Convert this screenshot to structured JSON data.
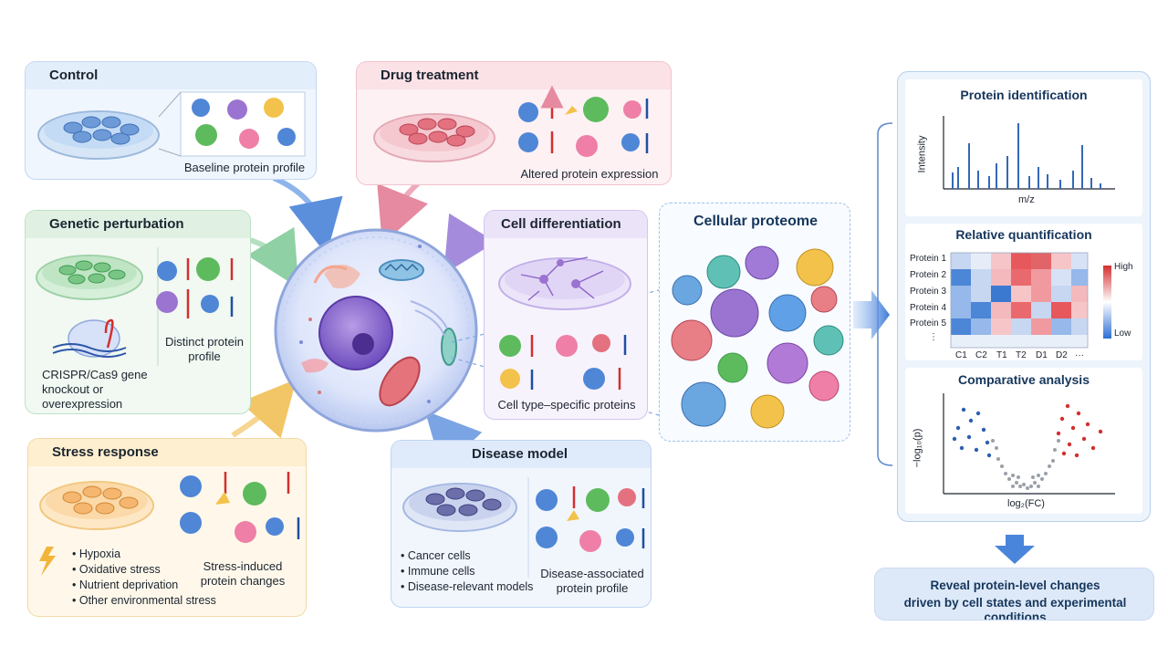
{
  "panels": {
    "control": {
      "title": "Control",
      "caption": "Baseline protein profile"
    },
    "drug": {
      "title": "Drug treatment",
      "caption": "Altered protein expression"
    },
    "genetic": {
      "title": "Genetic perturbation",
      "caption": "Distinct protein profile",
      "method": "CRISPR/Cas9 gene knockout or overexpression"
    },
    "differentiation": {
      "title": "Cell differentiation",
      "caption": "Cell type–specific proteins"
    },
    "stress": {
      "title": "Stress response",
      "caption": "Stress-induced protein changes",
      "bullets": [
        "Hypoxia",
        "Oxidative stress",
        "Nutrient deprivation",
        "Other environmental stress"
      ]
    },
    "disease": {
      "title": "Disease model",
      "caption": "Disease-associated protein profile",
      "bullets": [
        "Cancer cells",
        "Immune cells",
        "Disease-relevant models"
      ]
    }
  },
  "proteome": {
    "title": "Cellular proteome"
  },
  "identification": {
    "title": "Protein identification",
    "ylabel": "Intensity",
    "xlabel": "m/z"
  },
  "quantification": {
    "title": "Relative quantification",
    "rows": [
      "Protein 1",
      "Protein 2",
      "Protein 3",
      "Protein 4",
      "Protein 5"
    ],
    "ellipsis": "⋮",
    "cols": [
      "C1",
      "C2",
      "T1",
      "T2",
      "D1",
      "D2",
      "···"
    ],
    "legend_high": "High",
    "legend_low": "Low"
  },
  "comparative": {
    "title": "Comparative analysis",
    "ylabel": "−log₁₀(p)",
    "xlabel": "log₂(FC)"
  },
  "conclusion": {
    "line1": "Reveal protein-level changes",
    "line2": "driven by cell states and experimental conditions"
  },
  "colors": {
    "control": "#4a7fd0",
    "drug": "#d9607a",
    "genetic": "#5db06a",
    "differentiation": "#8c6bc7",
    "stress": "#f0b040",
    "disease": "#6b8fd6",
    "up": "#d32f2f",
    "down": "#1f4fa0",
    "accent": "#2d6fd6"
  }
}
